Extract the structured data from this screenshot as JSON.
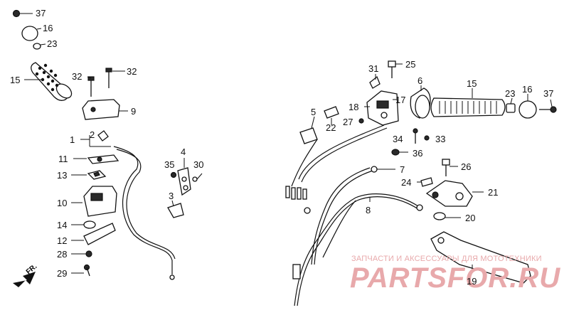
{
  "labels": {
    "l1": "1",
    "l2": "2",
    "l3": "3",
    "l4": "4",
    "l5": "5",
    "l6": "6",
    "l7": "7",
    "l8": "8",
    "l9": "9",
    "l10": "10",
    "l11": "11",
    "l12": "12",
    "l13": "13",
    "l14": "14",
    "l15a": "15",
    "l15b": "15",
    "l16a": "16",
    "l16b": "16",
    "l17": "17",
    "l18": "18",
    "l19": "19",
    "l20": "20",
    "l21": "21",
    "l22": "22",
    "l23a": "23",
    "l23b": "23",
    "l24": "24",
    "l25": "25",
    "l26": "26",
    "l27": "27",
    "l28": "28",
    "l29": "29",
    "l30": "30",
    "l31": "31",
    "l32a": "32",
    "l32b": "32",
    "l33": "33",
    "l34": "34",
    "l35": "35",
    "l36": "36",
    "l37a": "37",
    "l37b": "37"
  },
  "front_marker": "FR.",
  "watermark": {
    "tagline": "ЗАПЧАСТИ И АКСЕССУАРЫ ДЛЯ МОТОТЕХНИКИ",
    "brand": "PARTSFOR.RU"
  },
  "colors": {
    "ink": "#111111",
    "watermark": "#e8a9ab"
  }
}
